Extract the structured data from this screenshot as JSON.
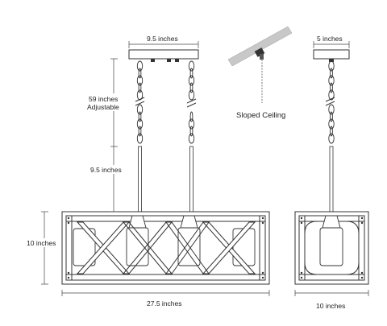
{
  "labels": {
    "top_width": "9.5 inches",
    "chain_length": "59 inches",
    "chain_adjustable": "Adjustable",
    "rod_length": "9.5 inches",
    "fixture_height": "10 inches",
    "fixture_length": "27.5 inches",
    "sloped_ceiling": "Sloped Ceiling",
    "side_top_width": "5 inches",
    "side_depth": "10 inches"
  }
}
